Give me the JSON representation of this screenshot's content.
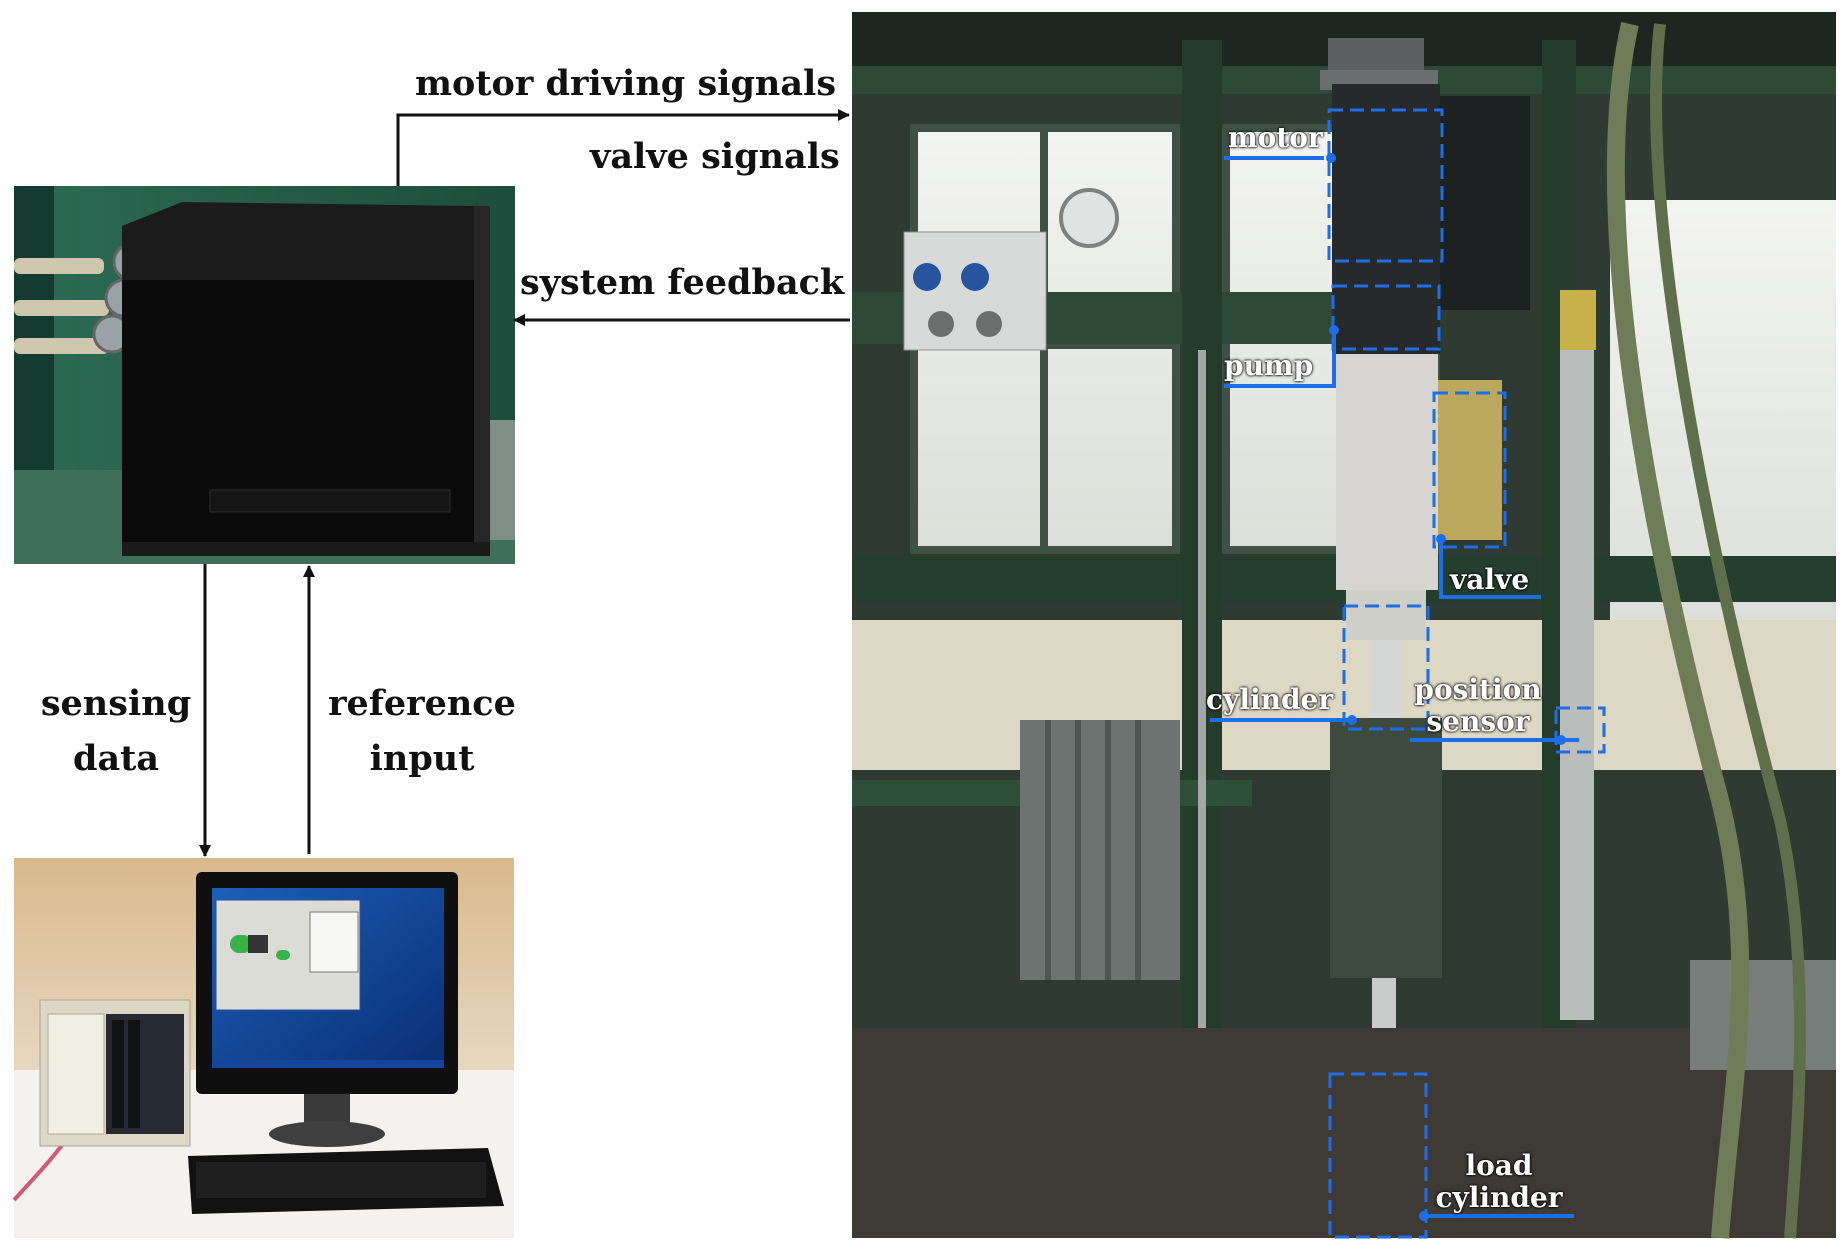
{
  "signals": {
    "motor_driving": "motor driving signals",
    "valve": "valve signals",
    "feedback": "system feedback",
    "sensing": [
      "sensing",
      "data"
    ],
    "reference": [
      "reference",
      "input"
    ]
  },
  "components": {
    "motor": "motor",
    "pump": "pump",
    "valve": "valve",
    "cylinder": "cylinder",
    "position_sensor": [
      "position",
      "sensor"
    ],
    "load_cylinder": [
      "load",
      "cylinder"
    ]
  },
  "colors": {
    "highlight": "#1e6ee8",
    "arrow": "#111111"
  }
}
